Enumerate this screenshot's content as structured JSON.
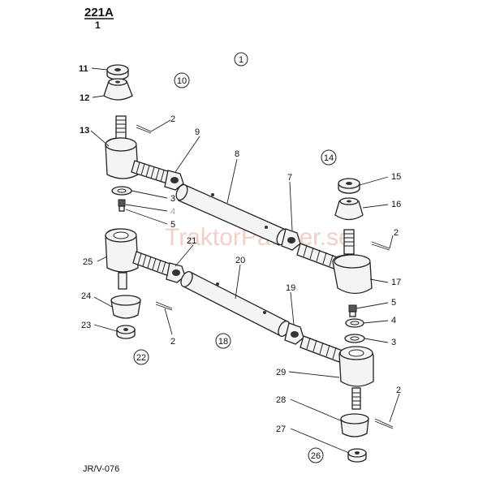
{
  "header": {
    "group": "221A",
    "sheet": "1"
  },
  "watermark": "TraktorPartner.se",
  "footer_code": "JR/V-076",
  "labels": {
    "n1": "1",
    "n2a": "2",
    "n2b": "2",
    "n2c": "2",
    "n2d": "2",
    "n3a": "3",
    "n3b": "3",
    "n4": "4",
    "n5a": "5",
    "n5b": "5",
    "n7": "7",
    "n8": "8",
    "n9": "9",
    "n10": "10",
    "n11": "11",
    "n12": "12",
    "n13": "13",
    "n14": "14",
    "n15": "15",
    "n16": "16",
    "n17": "17",
    "n18": "18",
    "n19": "19",
    "n20": "20",
    "n21": "21",
    "n22": "22",
    "n23": "23",
    "n24": "24",
    "n25": "25",
    "n26": "26",
    "n27": "27",
    "n28": "28",
    "n29": "29"
  }
}
